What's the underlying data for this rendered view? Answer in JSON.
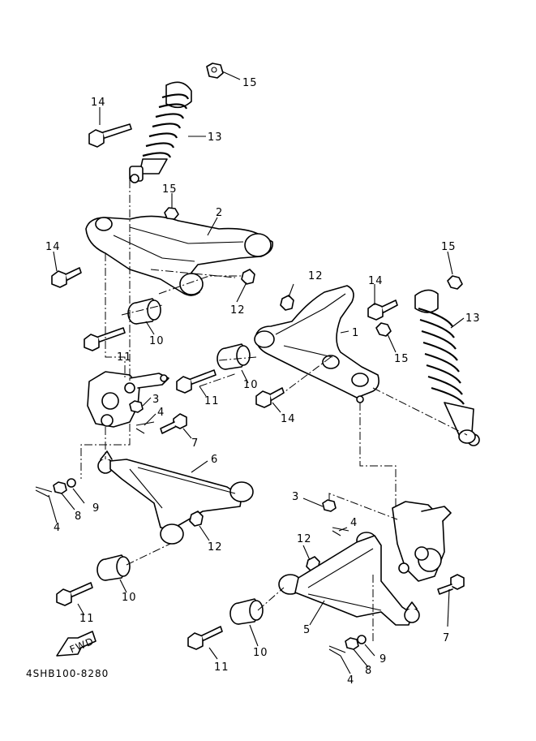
{
  "callouts": [
    {
      "id": "c15a",
      "text": "15"
    },
    {
      "id": "c14a",
      "text": "14"
    },
    {
      "id": "c13a",
      "text": "13"
    },
    {
      "id": "c15b",
      "text": "15"
    },
    {
      "id": "c2",
      "text": "2"
    },
    {
      "id": "c14b",
      "text": "14"
    },
    {
      "id": "c12a",
      "text": "12"
    },
    {
      "id": "c10a",
      "text": "10"
    },
    {
      "id": "c11a",
      "text": "11"
    },
    {
      "id": "c12b",
      "text": "12"
    },
    {
      "id": "c14c",
      "text": "14"
    },
    {
      "id": "c15c",
      "text": "15"
    },
    {
      "id": "c1",
      "text": "1"
    },
    {
      "id": "c13b",
      "text": "13"
    },
    {
      "id": "c15d",
      "text": "15"
    },
    {
      "id": "c10b",
      "text": "10"
    },
    {
      "id": "c11b",
      "text": "11"
    },
    {
      "id": "c14d",
      "text": "14"
    },
    {
      "id": "c3a",
      "text": "3"
    },
    {
      "id": "c4a",
      "text": "4"
    },
    {
      "id": "c7a",
      "text": "7"
    },
    {
      "id": "c6",
      "text": "6"
    },
    {
      "id": "c9a",
      "text": "9"
    },
    {
      "id": "c8a",
      "text": "8"
    },
    {
      "id": "c4b",
      "text": "4"
    },
    {
      "id": "c12c",
      "text": "12"
    },
    {
      "id": "c10c",
      "text": "10"
    },
    {
      "id": "c11c",
      "text": "11"
    },
    {
      "id": "c3b",
      "text": "3"
    },
    {
      "id": "c4c",
      "text": "4"
    },
    {
      "id": "c12d",
      "text": "12"
    },
    {
      "id": "c7b",
      "text": "7"
    },
    {
      "id": "c5",
      "text": "5"
    },
    {
      "id": "c10d",
      "text": "10"
    },
    {
      "id": "c11d",
      "text": "11"
    },
    {
      "id": "c9b",
      "text": "9"
    },
    {
      "id": "c8b",
      "text": "8"
    },
    {
      "id": "c4d",
      "text": "4"
    }
  ],
  "fwd_label": "FWD",
  "drawing_code": "4SHB100-8280"
}
